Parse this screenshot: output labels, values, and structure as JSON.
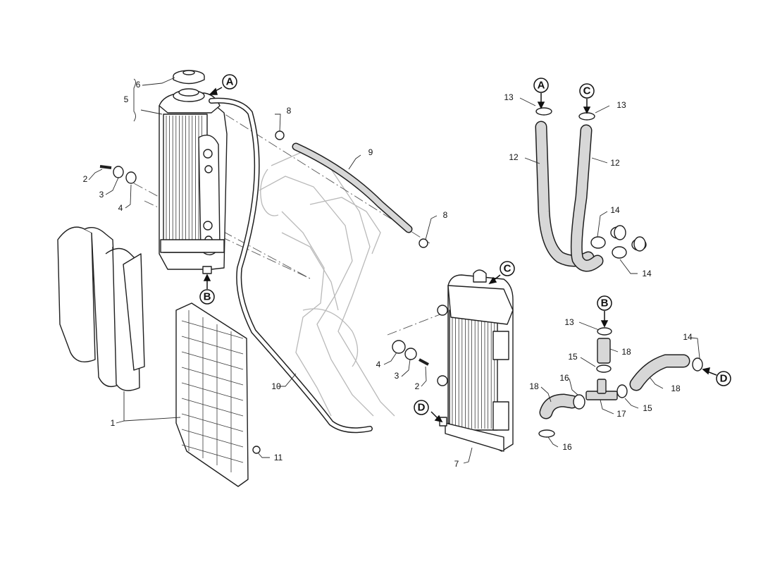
{
  "callouts": [
    "A",
    "B",
    "C",
    "D"
  ],
  "part_numbers": {
    "p1": "1",
    "p2": "2",
    "p3": "3",
    "p4": "4",
    "p5": "5",
    "p6": "6",
    "p7": "7",
    "p8": "8",
    "p9": "9",
    "p10": "10",
    "p11": "11",
    "p12": "12",
    "p13": "13",
    "p14": "14",
    "p15": "15",
    "p16": "16",
    "p17": "17",
    "p18": "18"
  },
  "colors": {
    "line": "#1f1f1f",
    "frame": "#b9b9b9",
    "hose": "#d7d7d7",
    "background": "#ffffff"
  }
}
